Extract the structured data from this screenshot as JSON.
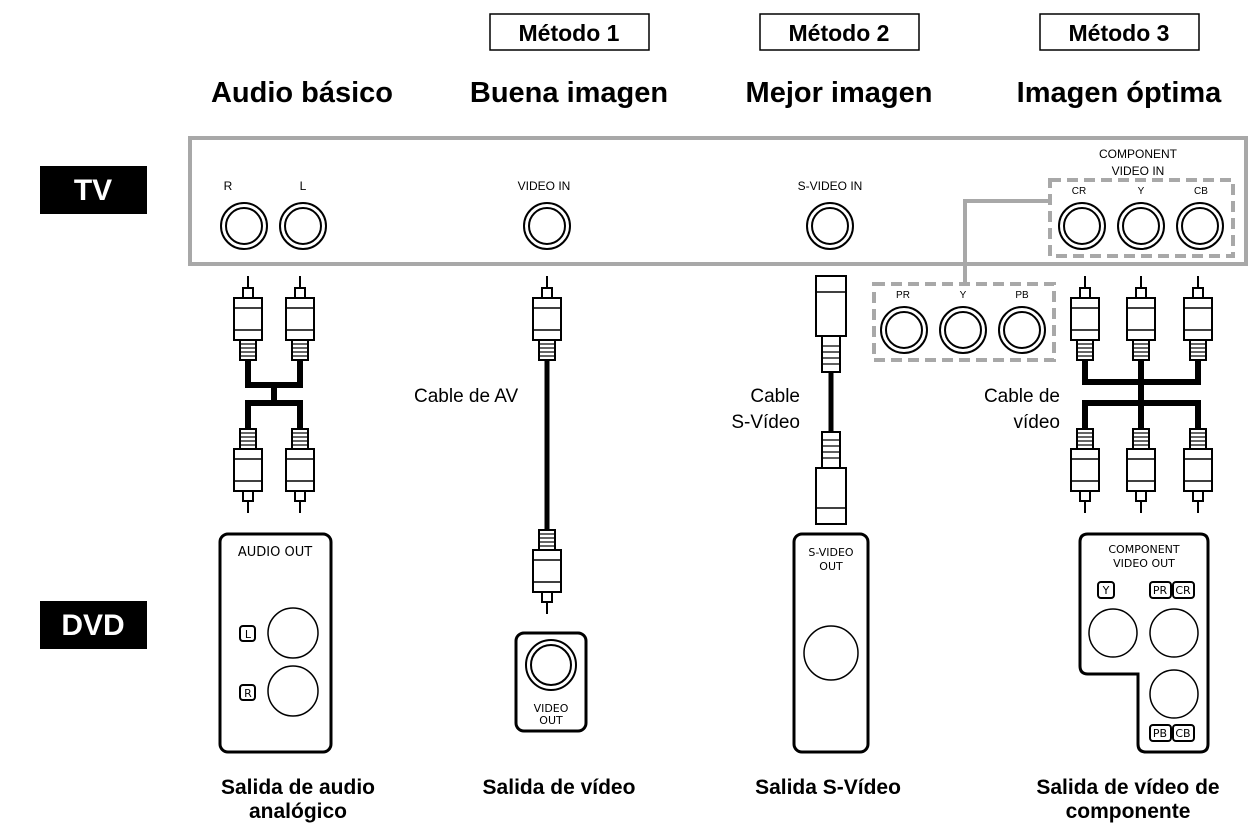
{
  "methods": [
    "Método 1",
    "Método 2",
    "Método 3"
  ],
  "headings": [
    "Audio básico",
    "Buena imagen",
    "Mejor imagen",
    "Imagen óptima"
  ],
  "side_labels": {
    "tv": "TV",
    "dvd": "DVD"
  },
  "tv_panel": {
    "audio_r": "R",
    "audio_l": "L",
    "video_in": "VIDEO IN",
    "svideo_in": "S-VIDEO IN",
    "component_line1": "COMPONENT",
    "component_line2": "VIDEO IN",
    "cr": "CR",
    "y": "Y",
    "cb": "CB"
  },
  "adapter": {
    "pr": "PR",
    "y": "Y",
    "pb": "PB"
  },
  "cables": {
    "av": "Cable de AV",
    "svideo_line1": "Cable",
    "svideo_line2": "S-Vídeo",
    "video_line1": "Cable de",
    "video_line2": "vídeo"
  },
  "dvd_panels": {
    "audio_out": "AUDIO OUT",
    "l": "L",
    "r": "R",
    "video_out_line1": "VIDEO",
    "video_out_line2": "OUT",
    "svideo_out_line1": "S-VIDEO",
    "svideo_out_line2": "OUT",
    "component_line1": "COMPONENT",
    "component_line2": "VIDEO OUT",
    "y": "Y",
    "pr": "PR",
    "cr": "CR",
    "pb": "PB",
    "cb": "CB"
  },
  "bottom_labels": {
    "audio_line1": "Salida de audio",
    "audio_line2": "analógico",
    "video": "Salida de vídeo",
    "svideo": "Salida S-Vídeo",
    "component_line1": "Salida de vídeo de",
    "component_line2": "componente"
  }
}
